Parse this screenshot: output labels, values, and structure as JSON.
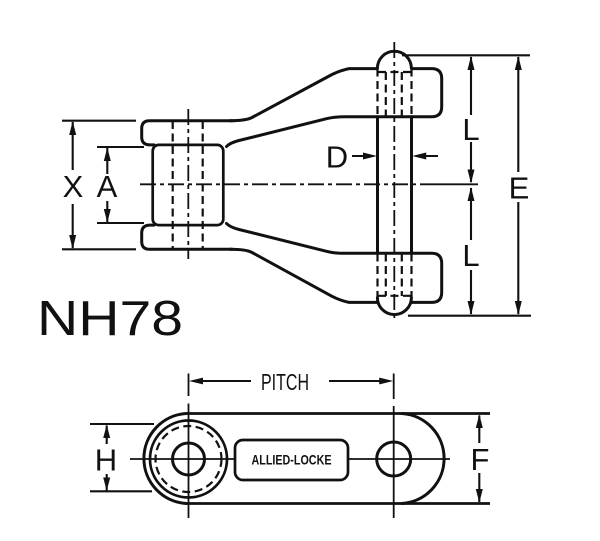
{
  "part_label": "NH78",
  "plate_stamp": "ALLIED-LOCKE",
  "dim_labels": {
    "x": "X",
    "a": "A",
    "d": "D",
    "l_upper": "L",
    "l_lower": "L",
    "e": "E",
    "pitch": "PITCH",
    "h": "H",
    "f": "F"
  },
  "colors": {
    "ink": "#111111",
    "background": "#ffffff"
  }
}
